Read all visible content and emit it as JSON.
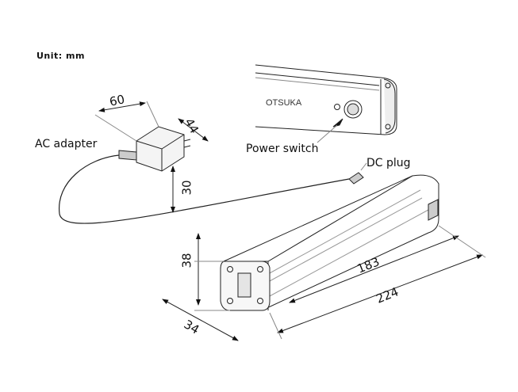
{
  "unit_label": "Unit: mm",
  "labels": {
    "ac_adapter": "AC adapter",
    "power_switch": "Power switch",
    "dc_plug": "DC plug",
    "brand": "OTSUKA"
  },
  "dimensions": {
    "adapter_width": "60",
    "adapter_depth": "44",
    "adapter_height": "30",
    "bar_height": "38",
    "bar_depth": "34",
    "bar_inner_length": "183",
    "bar_total_length": "224"
  }
}
